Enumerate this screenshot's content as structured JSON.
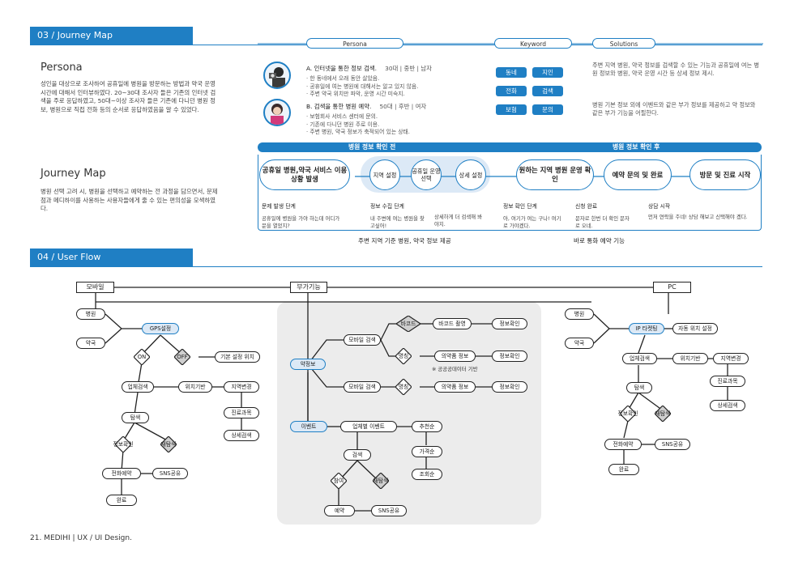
{
  "sections": {
    "journey_map": "03 / Journey Map",
    "user_flow": "04 / User Flow"
  },
  "persona": {
    "title": "Persona",
    "body": "성인을 대상으로 조사하여 공휴일에 병원을 방문하는 방법과 약국 운영시간에 대해서 인터뷰하였다. 20~30대 조사자 들은 기존의 인터넷 검색을 주로 응답하였고, 50대~이상 조사자 들은 기존에 다니던 병원 정보, 병원으로 직접 전화 등의 순서로 응답하였음을 알 수 있었다."
  },
  "journey": {
    "title": "Journey Map",
    "body": "병원 선택 고려 시, 병원을 선택하고 예약하는 전 과정을 담으면서, 문제점과 메디하이를 사용하는 사용자들에게 줄 수 있는 편의성을 모색하였다."
  },
  "heads": {
    "persona": "Persona",
    "keyword": "Keyword",
    "solutions": "Solutions"
  },
  "personas": [
    {
      "title": "A. 인터넷을 통한 정보 검색.",
      "meta": "30대 | 중반 | 남자",
      "lines": [
        "· 한 동네에서 오래 동안 살았음.",
        "· 공휴일에 여는 병원에 대해서는 알고 있지 않음.",
        "· 주변 약국 위치만 파악, 운영 시간 미숙지."
      ]
    },
    {
      "title": "B. 검색을 통한 병원 예약.",
      "meta": "50대 | 후반 | 여자",
      "lines": [
        "· 보험회사 서비스 센터에 문의.",
        "· 기존에 다니던 병원 주로 이용.",
        "· 주변 병원, 약국 정보가 축적되어 있는 상태."
      ]
    }
  ],
  "keywords": [
    "동네",
    "지인",
    "전화",
    "검색",
    "보험",
    "문의"
  ],
  "solutions": [
    "주변 지역 병원, 약국 정보를 검색할 수 있는 기능과 공휴일에 여는 병원 정보와 병원, 약국 운영 시간 등 상세 정보 제시.",
    "병원 기본 정보 외에 이벤트와 같은 부가 정보를 제공하고 약 정보와 같은 부가 기능을 어필한다."
  ],
  "stage": {
    "before": "병원 정보 확인 전",
    "after": "병원 정보 확인 후"
  },
  "jm_boxes": [
    "공휴일 병원,약국 서비스 이용 상황 발생",
    "원하는 지역 병원 운영 확인",
    "예약 문의 및 완료",
    "방문 및 진료 시작"
  ],
  "jm_circles": [
    "지역 설정",
    "공휴일 운영 선택",
    "상세 설정"
  ],
  "jm_steps": [
    {
      "head": "문제 발생 단계",
      "text": "공휴일에 병원을 가야 하는데 어디가 문을 열었지?"
    },
    {
      "head": "정보 수집 단계",
      "text": "내 주변에 여는 병원을 찾고싶어!"
    },
    {
      "head": "",
      "text": "상세하게 더 검색해 봐야지."
    },
    {
      "head": "정보 확인 단계",
      "text": "아, 여기가 여는 구나! 여기로 가야겠다."
    },
    {
      "head": "신청 완료",
      "text": "문자로 한번 더 확인 문자로 오네."
    },
    {
      "head": "상담 시작",
      "text": "먼저 연락을 주네! 상담 해보고 신택해야 겠다."
    }
  ],
  "jm_footers": [
    "주변 지역 기준 병원, 약국 정보 제공",
    "바로 통화 예약 기능"
  ],
  "flow": {
    "top": {
      "mobile": "모바일",
      "extra": "부가기능",
      "pc": "PC"
    },
    "left": {
      "hospital": "병원",
      "pharmacy": "약국",
      "gps": "GPS설정",
      "on": "ON",
      "off": "OFF",
      "default_loc": "기본 설정 위치",
      "by_type": "업체검색",
      "by_loc": "위치기반",
      "region": "지역변경",
      "dept": "진료과목",
      "detail": "상세검색",
      "search": "탐색",
      "info": "정보확인",
      "research": "재탐색",
      "call": "전화예약",
      "sns": "SNS공유",
      "done": "완료"
    },
    "mid": {
      "drug": "약정보",
      "mobile_search": "모바일 검색",
      "barcode": "바코드",
      "barcode_shot": "바코드 촬영",
      "info_check": "정보확인",
      "name": "명칭",
      "drug_info": "의약품 정보",
      "public_note": "※ 공공공데이터 기반",
      "event": "이벤트",
      "by_event": "업체별 이벤트",
      "recommend": "추천순",
      "price": "가격순",
      "views": "조회순",
      "search": "검색",
      "join": "참여",
      "research": "재탐색",
      "reserve": "예약",
      "sns": "SNS공유"
    },
    "right": {
      "hospital": "병원",
      "pharmacy": "약국",
      "ip": "IP 타켓팅",
      "auto": "자동 위치 설정",
      "by_type": "업체검색",
      "by_loc": "위치기반",
      "region": "지역변경",
      "dept": "진료과목",
      "detail": "상세검색",
      "search": "탐색",
      "info": "정보확인",
      "research": "재탐색",
      "call": "전화예약",
      "sns": "SNS공유",
      "done": "완료"
    }
  },
  "footer": "21. MEDIHI | UX / UI Design.",
  "colors": {
    "accent": "#1f7fc4",
    "accent_light": "#dce9f6",
    "panel": "#ececec"
  }
}
